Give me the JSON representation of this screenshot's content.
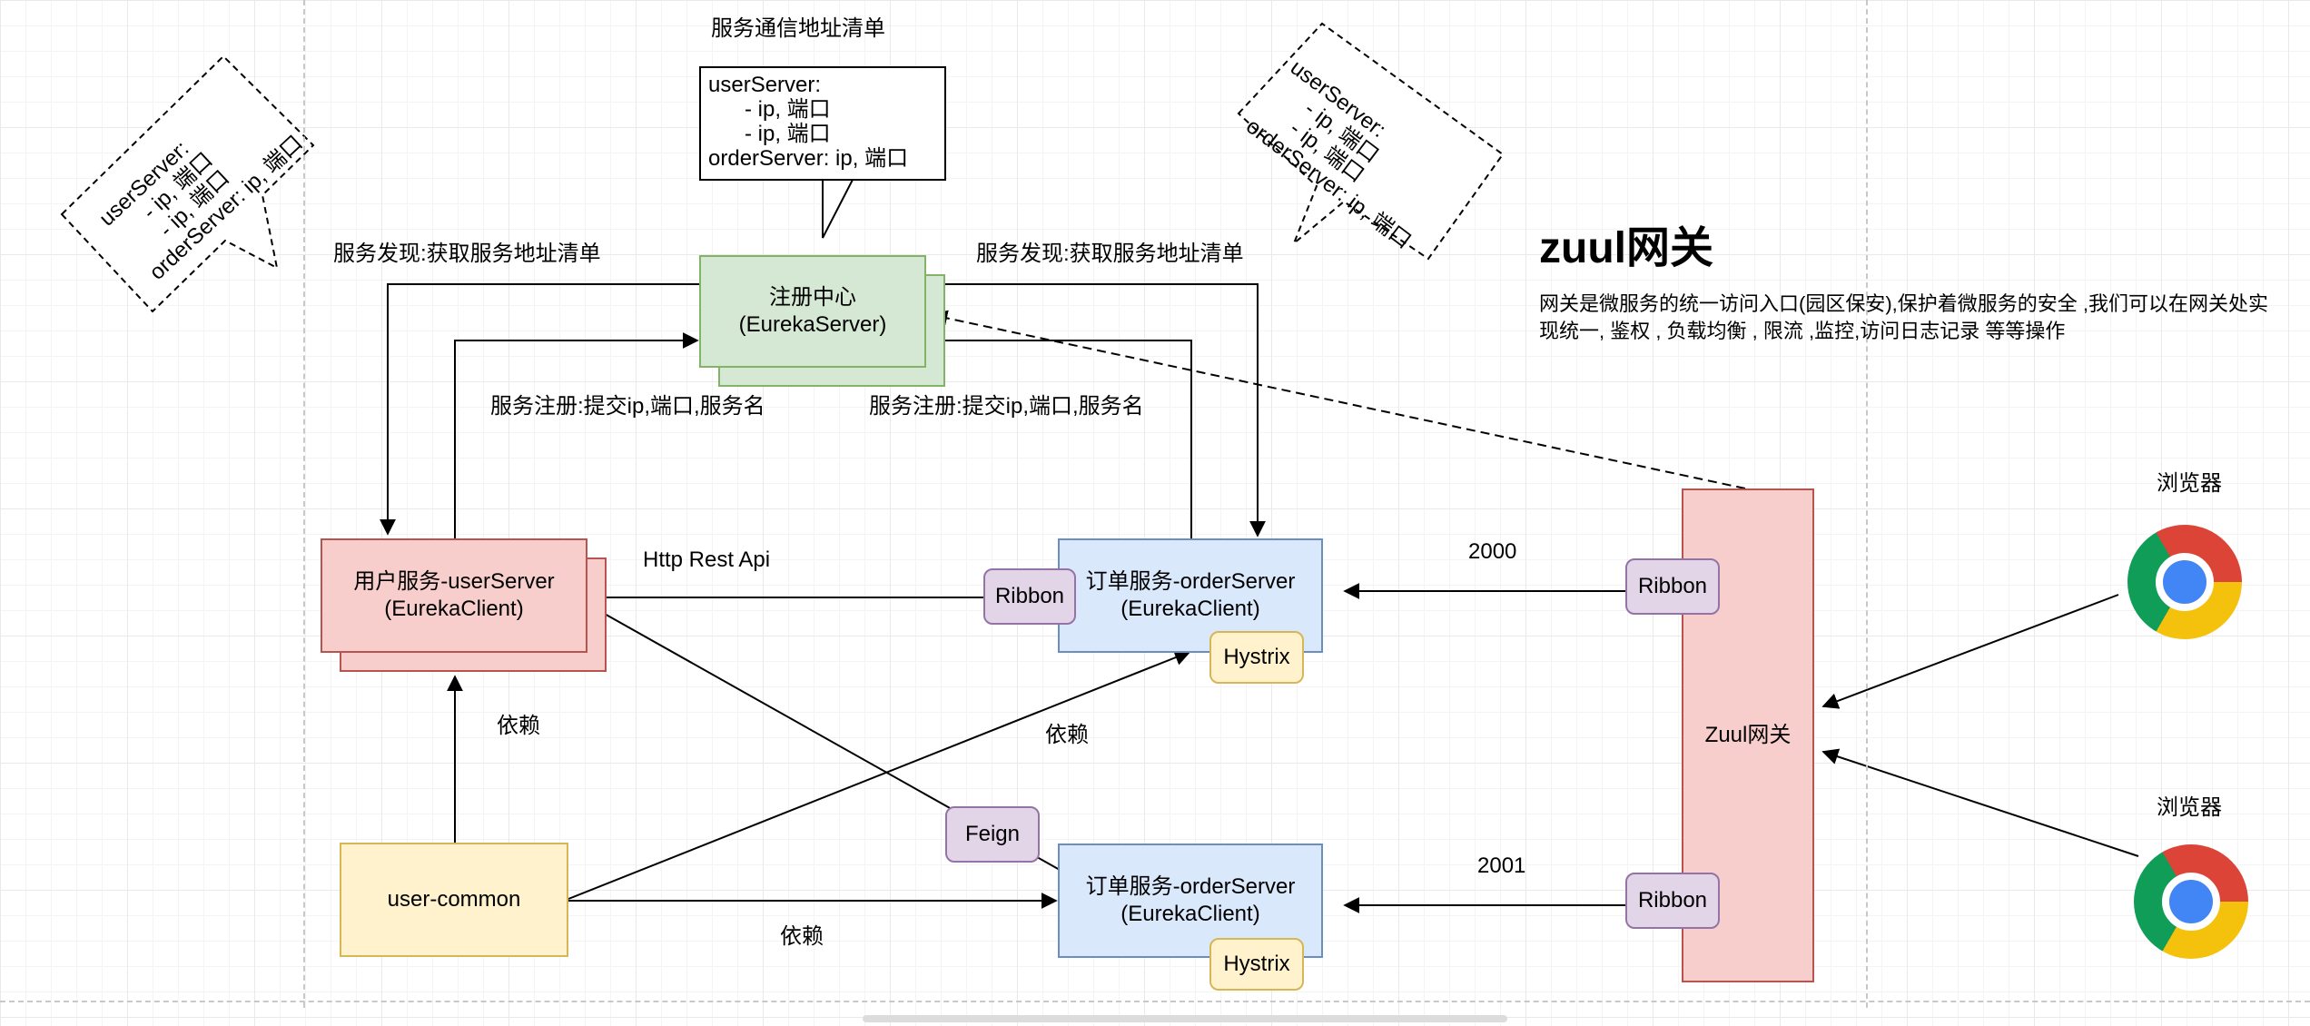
{
  "labels": {
    "addr_list_title": "服务通信地址清单",
    "discovery_left": "服务发现:获取服务地址清单",
    "discovery_right": "服务发现:获取服务地址清单",
    "register_left": "服务注册:提交ip,端口,服务名",
    "register_right": "服务注册:提交ip,端口,服务名",
    "http_rest_api": "Http Rest Api",
    "depend_left": "依赖",
    "depend_mid": "依赖",
    "depend_bottom": "依赖",
    "port_2000": "2000",
    "port_2001": "2001",
    "browser_1": "浏览器",
    "browser_2": "浏览器"
  },
  "callouts": {
    "center": "userServer:\n      - ip, 端口\n      - ip, 端口\norderServer: ip, 端口",
    "left": "userServer:\n      - ip, 端口\n      - ip, 端口\norderServer: ip, 端口",
    "right": "userServer:\n      - ip, 端口\n      - ip, 端口\norderServer: ip, 端口"
  },
  "nodes": {
    "registry": {
      "line1": "注册中心",
      "line2": "(EurekaServer)"
    },
    "user_server": {
      "line1": "用户服务-userServer",
      "line2": "(EurekaClient)"
    },
    "order_server_1": {
      "line1": "订单服务-orderServer",
      "line2": "(EurekaClient)"
    },
    "order_server_2": {
      "line1": "订单服务-orderServer",
      "line2": "(EurekaClient)"
    },
    "user_common": "user-common",
    "zuul": "Zuul网关",
    "ribbon_order": "Ribbon",
    "ribbon_zuul_1": "Ribbon",
    "ribbon_zuul_2": "Ribbon",
    "hystrix_1": "Hystrix",
    "hystrix_2": "Hystrix",
    "feign": "Feign"
  },
  "gateway": {
    "title": "zuul网关",
    "description": "网关是微服务的统一访问入口(园区保安),保护着微服务的安全 ,我们可以在网关处实现统一, 鉴权 , 负载均衡 , 限流 ,监控,访问日志记录 等等操作"
  },
  "icons": [
    "chrome-icon",
    "chrome-icon"
  ],
  "colors": {
    "green_fill": "#d5e8d4",
    "red_fill": "#f8cecc",
    "blue_fill": "#dae8fc",
    "yellow_fill": "#fff2cc",
    "purple_fill": "#e1d5e7"
  }
}
